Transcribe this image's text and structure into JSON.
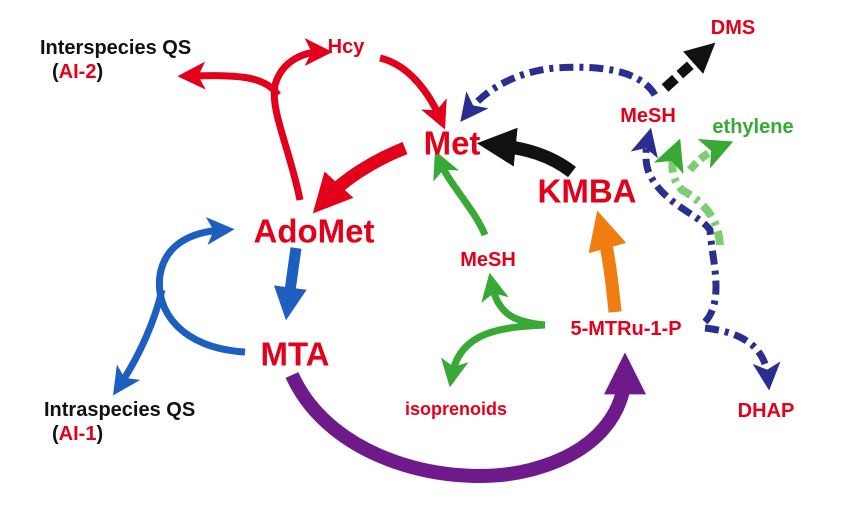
{
  "nodes": {
    "hcy": "Hcy",
    "met": "Met",
    "adomet": "AdoMet",
    "mta": "MTA",
    "kmba": "KMBA",
    "mesh_center": "MeSH",
    "mtru": "5-MTRu-1-P",
    "isoprenoids": "isoprenoids",
    "mesh_right": "MeSH",
    "ethylene": "ethylene",
    "dms": "DMS",
    "dhap": "DHAP"
  },
  "quorum_sensing": {
    "inter": {
      "title": "Interspecies QS",
      "open": "(",
      "code": "AI-2",
      "close": ")"
    },
    "intra": {
      "title": "Intraspecies QS",
      "open": "(",
      "code": "AI-1",
      "close": ")"
    }
  },
  "colors": {
    "red": "#e3001b",
    "blue": "#1d5fbf",
    "navy": "#2a2f8f",
    "green": "#39a935",
    "orange": "#f07d0f",
    "purple": "#6e1a8a",
    "black": "#111111"
  }
}
